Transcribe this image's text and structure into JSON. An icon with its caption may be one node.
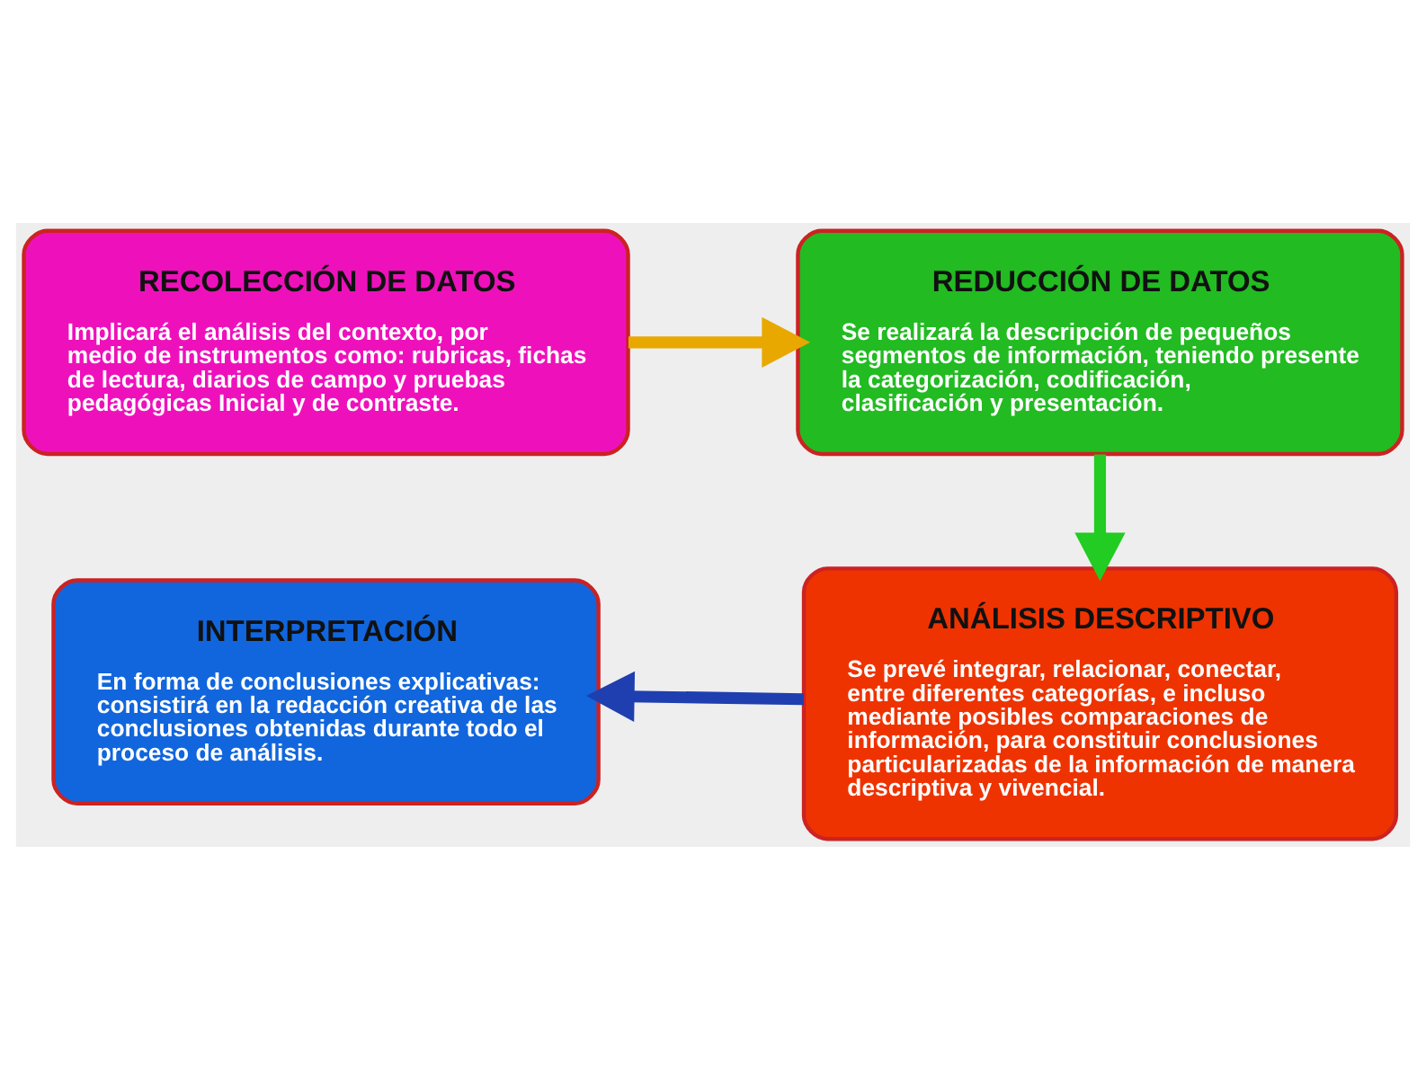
{
  "diagram": {
    "nodes": [
      {
        "text": [
          "RECOLECCIÓN DE DATOS",
          "Implicará el análisis del contexto, por medio de instrumentos como: rubricas, fichas de lectura, diarios de campo y pruebas pedagógicas Inicial y de contraste."
        ]
      },
      {
        "text": [
          "REDUCCIÓN DE DATOS",
          "Se realizará la descripción de pequeños segmentos de información, teniendo presente la categorización, codificación, clasificación y presentación."
        ]
      },
      {
        "text": [
          "ANÁLISIS DESCRIPTIVO",
          "Se prevé integrar, relacionar, conectar, entre diferentes categorías, e incluso mediante posibles comparaciones de información, para constituir conclusiones particularizadas de la información de manera descriptiva y vivencial."
        ]
      },
      {
        "text": [
          "INTERPRETACIÓN",
          "En forma de conclusiones explicativas: consistirá en la redacción creativa de las conclusiones obtenidas durante todo el proceso de análisis."
        ]
      }
    ],
    "edges": [
      {
        "from": 0,
        "to": 1,
        "arrow": "to",
        "color": "#e8a800"
      },
      {
        "from": 1,
        "to": 2,
        "arrow": "to",
        "color": "#22cc22"
      },
      {
        "from": 2,
        "to": 3,
        "arrow": "to",
        "color": "#1f3fb0"
      }
    ]
  }
}
